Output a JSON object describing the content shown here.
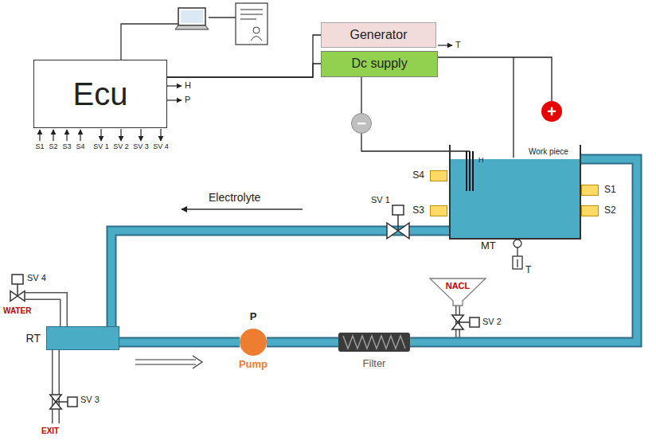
{
  "diagram": {
    "nodes": [
      {
        "text": [
          "Ecu"
        ]
      },
      {
        "text": [
          "Generator"
        ]
      },
      {
        "text": [
          "Dc supply"
        ]
      },
      {
        "text": [
          "−"
        ]
      },
      {
        "text": [
          "+"
        ]
      },
      {
        "text": [
          "Work piece",
          "MT"
        ]
      },
      {
        "text": [
          "S4"
        ]
      },
      {
        "text": [
          "S3"
        ]
      },
      {
        "text": [
          "S1"
        ]
      },
      {
        "text": [
          "S2"
        ]
      },
      {
        "text": [
          "RT"
        ]
      },
      {
        "text": [
          "P",
          "Pump"
        ]
      },
      {
        "text": [
          "Filter"
        ]
      },
      {
        "text": [
          "NACL"
        ]
      }
    ],
    "edges": [
      {
        "from": 0,
        "to": 1,
        "arrow": "none"
      },
      {
        "from": 0,
        "to": 2,
        "arrow": "none"
      },
      {
        "from": 2,
        "to": 3,
        "arrow": "none"
      },
      {
        "from": 2,
        "to": 4,
        "arrow": "none"
      },
      {
        "from": 5,
        "to": 10,
        "arrow": "none"
      },
      {
        "from": 10,
        "to": 11,
        "arrow": "none"
      },
      {
        "from": 11,
        "to": 12,
        "arrow": "none"
      },
      {
        "from": 12,
        "to": 5,
        "arrow": "none"
      }
    ],
    "labels": [
      "S1",
      "S2",
      "S3",
      "S4",
      "SV 1",
      "SV 2",
      "SV 3",
      "SV 4",
      "H",
      "P",
      "T",
      "Electrolyte",
      "SV 1",
      "SV 2",
      "SV 4",
      "WATER",
      "SV 3",
      "EXIT",
      "H",
      "T"
    ]
  }
}
